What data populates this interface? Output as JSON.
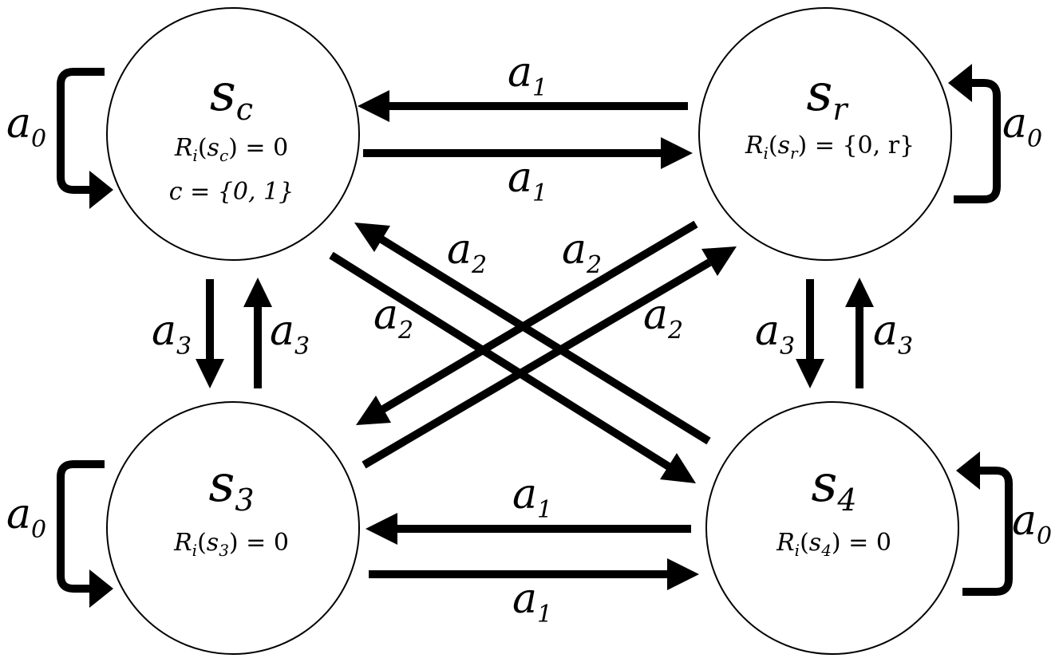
{
  "states": {
    "sc": {
      "name": "s",
      "sub": "c",
      "reward_prefix": "R",
      "reward_sub": "i",
      "reward_arg_name": "s",
      "reward_arg_sub": "c",
      "reward_value": ") = 0",
      "extra": "c = {0, 1}"
    },
    "sr": {
      "name": "s",
      "sub": "r",
      "reward_prefix": "R",
      "reward_sub": "i",
      "reward_arg_name": "s",
      "reward_arg_sub": "r",
      "reward_value": ") = {0, r}"
    },
    "s3": {
      "name": "s",
      "sub": "3",
      "reward_prefix": "R",
      "reward_sub": "i",
      "reward_arg_name": "s",
      "reward_arg_sub": "3",
      "reward_value": ") = 0"
    },
    "s4": {
      "name": "s",
      "sub": "4",
      "reward_prefix": "R",
      "reward_sub": "i",
      "reward_arg_name": "s",
      "reward_arg_sub": "4",
      "reward_value": ") = 0"
    }
  },
  "actions": {
    "stay": {
      "base": "a",
      "sub": "0"
    },
    "horizontal": {
      "base": "a",
      "sub": "1"
    },
    "diagonal": {
      "base": "a",
      "sub": "2"
    },
    "vertical": {
      "base": "a",
      "sub": "3"
    }
  }
}
